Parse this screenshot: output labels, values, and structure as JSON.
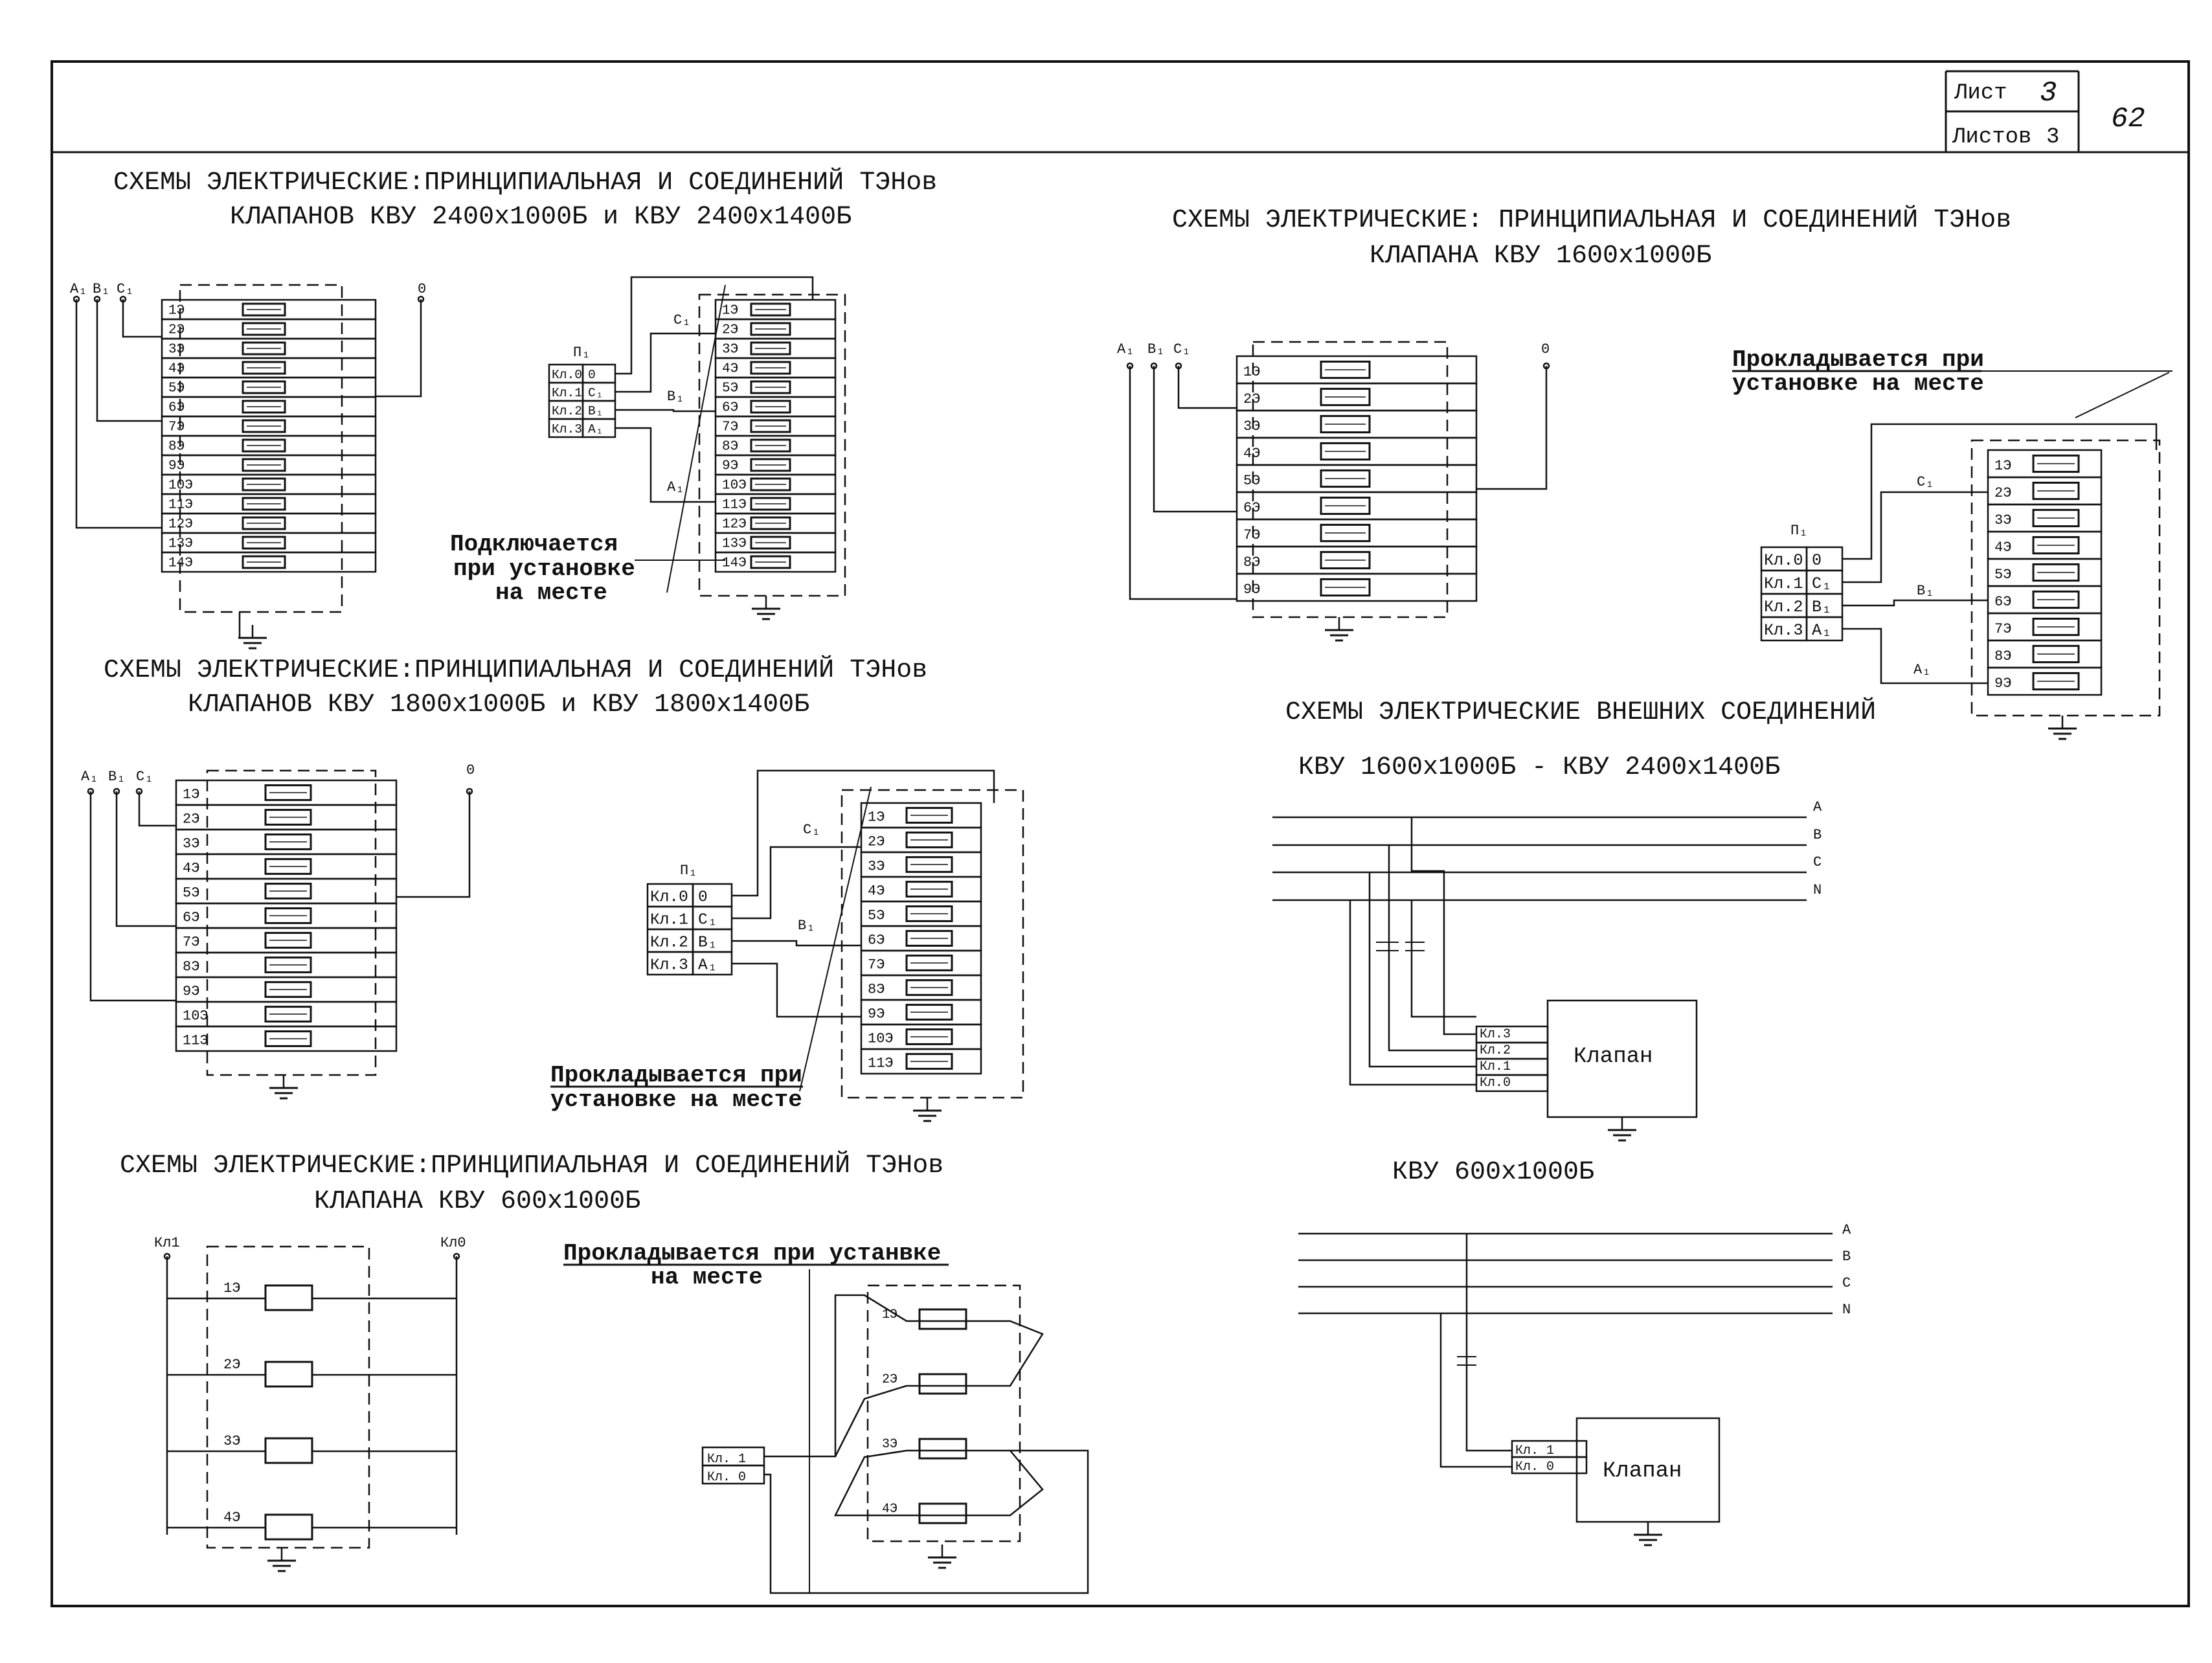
{
  "stamp": {
    "sheet_label": "Лист",
    "sheet_no": "3",
    "sheets_label": "Листов",
    "sheets_no": "3",
    "page_no": "62"
  },
  "titles": {
    "t1a": "СХЕМЫ ЭЛЕКТРИЧЕСКИЕ:ПРИНЦИПИАЛЬНАЯ И СОЕДИНЕНИЙ ТЭНов",
    "t1b": "КЛАПАНОВ КВУ 2400х1000Б и КВУ 2400х1400Б",
    "t2a": "СХЕМЫ ЭЛЕКТРИЧЕСКИЕ: ПРИНЦИПИАЛЬНАЯ И СОЕДИНЕНИЙ ТЭНов",
    "t2b": "КЛАПАНА КВУ 1600х1000Б",
    "t3a": "СХЕМЫ ЭЛЕКТРИЧЕСКИЕ:ПРИНЦИПИАЛЬНАЯ И СОЕДИНЕНИЙ ТЭНов",
    "t3b": "КЛАПАНОВ КВУ 1800х1000Б и КВУ 1800х1400Б",
    "t4a": "СХЕМЫ ЭЛЕКТРИЧЕСКИЕ ВНЕШНИХ СОЕДИНЕНИЙ",
    "t4b": "КВУ 1600х1000Б - КВУ 2400х1400Б",
    "t4c": "КВУ 600х1000Б",
    "t5a": "СХЕМЫ ЭЛЕКТРИЧЕСКИЕ:ПРИНЦИПИАЛЬНАЯ И СОЕДИНЕНИЙ ТЭНов",
    "t5b": "КЛАПАНА КВУ 600х1000Б"
  },
  "notes": {
    "connect_1": "Подключается",
    "connect_2": "при установке",
    "connect_3": "на месте",
    "lay_1": "Прокладывается при",
    "lay_2": "установке на месте",
    "lay_3": "Прокладывается при",
    "lay_4": "установке на месте",
    "lay_5": "Прокладывается при устанвке",
    "lay_6": "на месте"
  },
  "terminals": {
    "a1": "A₁",
    "b1": "B₁",
    "c1": "C₁",
    "zero": "0",
    "kl1": "Кл1",
    "kl0": "Кл0",
    "p1": "П₁"
  },
  "panel_rows": [
    {
      "kl": "Кл.0",
      "ph": "0"
    },
    {
      "kl": "Кл.1",
      "ph": "C₁"
    },
    {
      "kl": "Кл.2",
      "ph": "B₁"
    },
    {
      "kl": "Кл.3",
      "ph": "A₁"
    }
  ],
  "heaters14": [
    "1Э",
    "2Э",
    "3Э",
    "4Э",
    "5Э",
    "6Э",
    "7Э",
    "8Э",
    "9Э",
    "10Э",
    "11Э",
    "12Э",
    "13Э",
    "14Э"
  ],
  "heaters11": [
    "1Э",
    "2Э",
    "3Э",
    "4Э",
    "5Э",
    "6Э",
    "7Э",
    "8Э",
    "9Э",
    "10Э",
    "11Э"
  ],
  "heaters9": [
    "1Э",
    "2Э",
    "3Э",
    "4Э",
    "5Э",
    "6Э",
    "7Э",
    "8Э",
    "9Э"
  ],
  "heaters4": [
    "1Э",
    "2Э",
    "3Э",
    "4Э"
  ],
  "bus": [
    "A",
    "B",
    "C",
    "N"
  ],
  "valve": {
    "name": "Клапан",
    "kl3": "Кл.3",
    "kl2": "Кл.2",
    "kl1": "Кл.1",
    "kl0": "Кл.0",
    "s_kl1": "Кл. 1",
    "s_kl0": "Кл. 0"
  },
  "colors": {
    "ink": "#111111",
    "paper": "#ffffff"
  }
}
